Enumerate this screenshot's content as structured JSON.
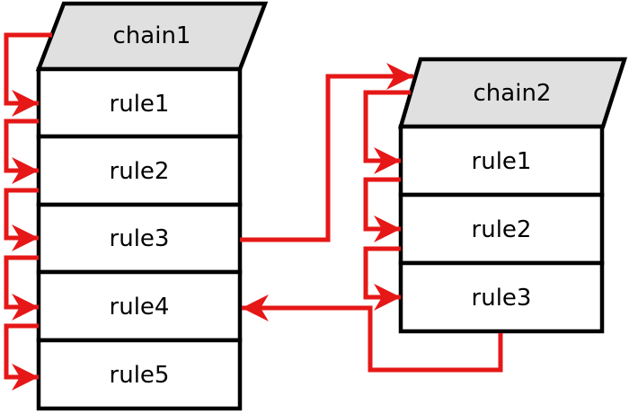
{
  "colors": {
    "bg": "#ffffff",
    "red": "#e61717",
    "header_fill": "#e0e0e0",
    "line": "#000000"
  },
  "chains": [
    {
      "title": "chain1",
      "rules": [
        "rule1",
        "rule2",
        "rule3",
        "rule4",
        "rule5"
      ]
    },
    {
      "title": "chain2",
      "rules": [
        "rule1",
        "rule2",
        "rule3"
      ]
    }
  ]
}
